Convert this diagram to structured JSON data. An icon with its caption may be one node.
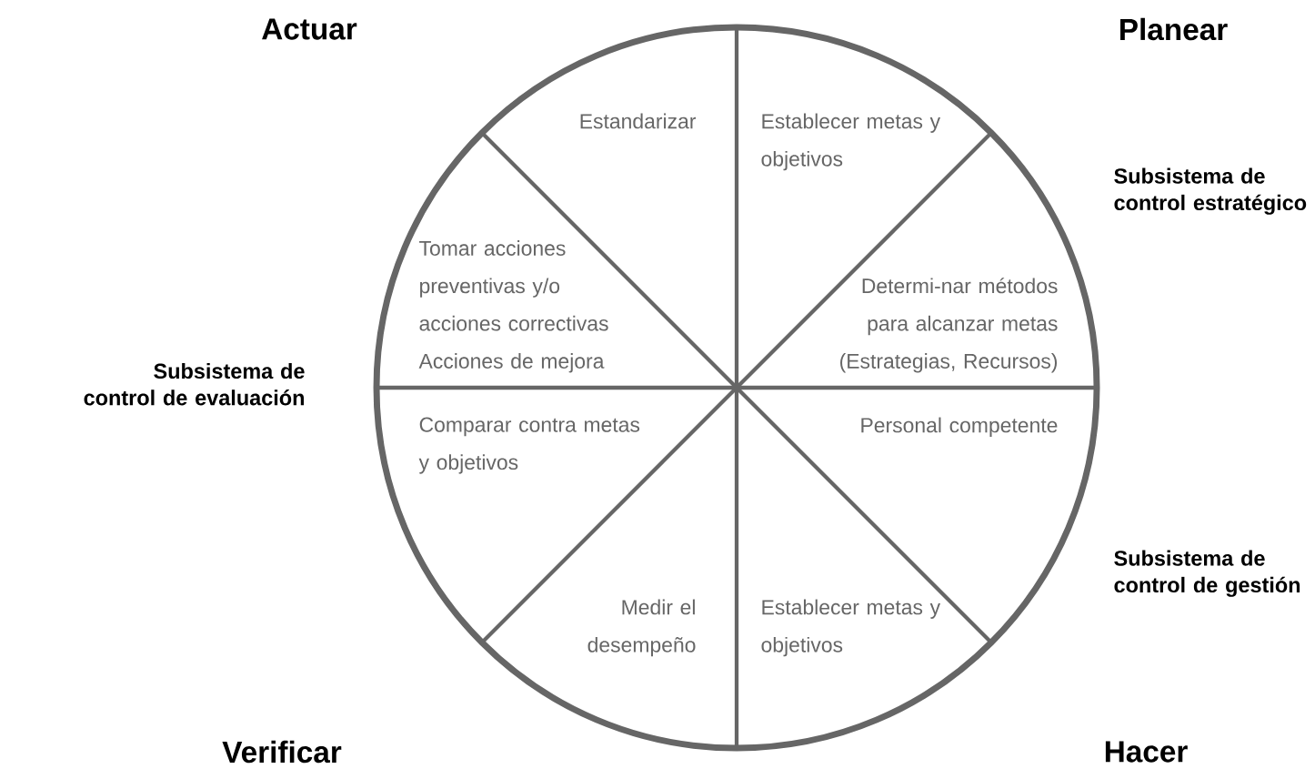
{
  "diagram": {
    "nodes": [
      {
        "text": [
          "Estandarizar"
        ]
      },
      {
        "text": [
          "Establecer metas y objetivos"
        ]
      },
      {
        "text": [
          "Tomar acciones preventivas y/o acciones correctivas Acciones de mejora"
        ]
      },
      {
        "text": [
          "Determi-nar métodos para alcanzar metas (Estrategias, Recursos)"
        ]
      },
      {
        "text": [
          "Comparar contra metas y objetivos"
        ]
      },
      {
        "text": [
          "Personal competente"
        ]
      },
      {
        "text": [
          "Medir el desempeño"
        ]
      },
      {
        "text": [
          "Establecer metas y objetivos"
        ]
      }
    ],
    "labels": [
      "Actuar",
      "Planear",
      "Subsistema de control estratégico",
      "Subsistema de control de evaluación",
      "Subsistema de control de gestión",
      "Verificar",
      "Hacer"
    ]
  }
}
